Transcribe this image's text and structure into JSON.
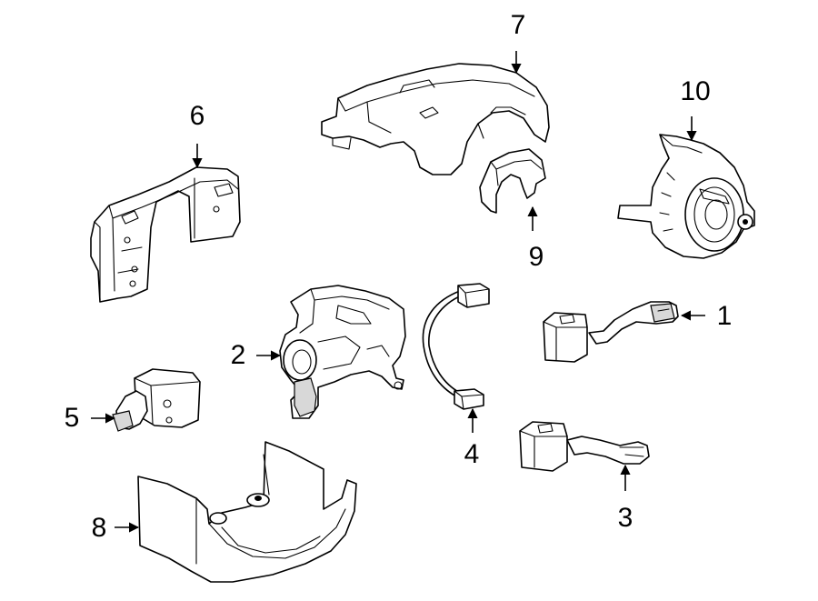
{
  "diagram": {
    "callouts": [
      {
        "key": "n1",
        "text": "1"
      },
      {
        "key": "n2",
        "text": "2"
      },
      {
        "key": "n3",
        "text": "3"
      },
      {
        "key": "n4",
        "text": "4"
      },
      {
        "key": "n5",
        "text": "5"
      },
      {
        "key": "n6",
        "text": "6"
      },
      {
        "key": "n7",
        "text": "7"
      },
      {
        "key": "n8",
        "text": "8"
      },
      {
        "key": "n9",
        "text": "9"
      },
      {
        "key": "n10",
        "text": "10"
      }
    ]
  }
}
